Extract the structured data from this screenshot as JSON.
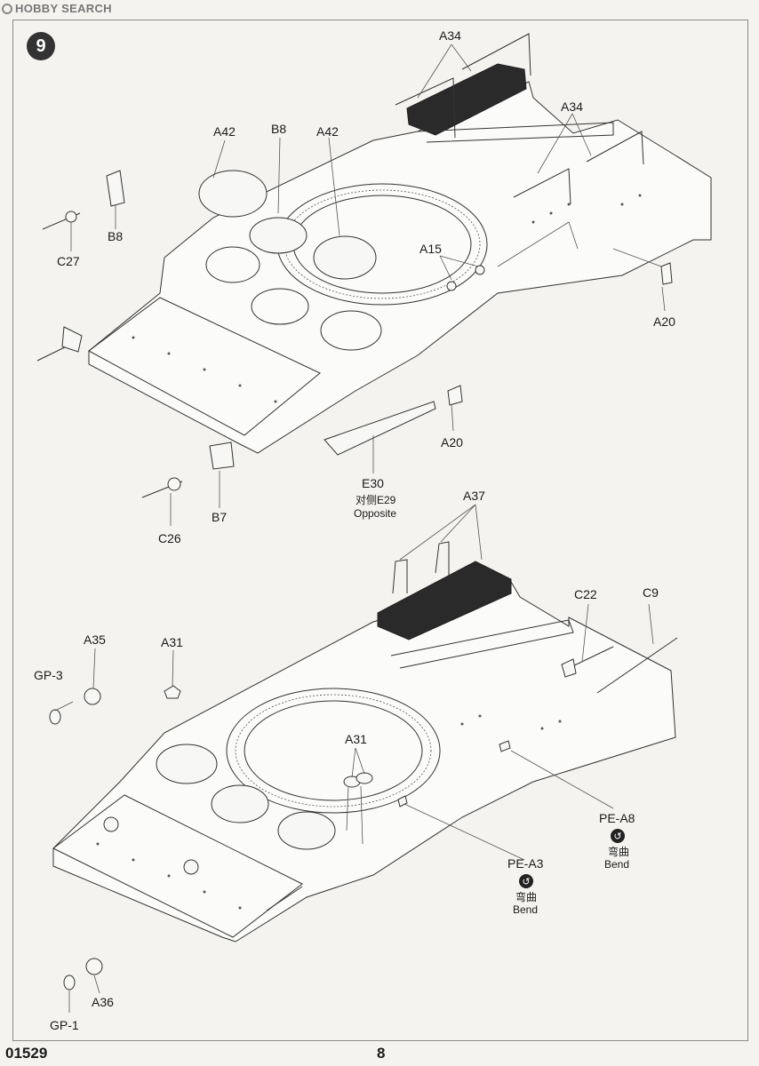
{
  "watermark": {
    "text": "HOBBY SEARCH"
  },
  "step": {
    "number": "9"
  },
  "footer": {
    "kit_number": "01529",
    "page_number": "8"
  },
  "top_assembly": {
    "labels": {
      "a34_left": "A34",
      "a34_right": "A34",
      "a42_left": "A42",
      "b8_hatch": "B8",
      "a42_right": "A42",
      "b8_gun": "B8",
      "c27": "C27",
      "a15": "A15",
      "a20_right": "A20",
      "a20_bottom": "A20",
      "e30": "E30",
      "e30_note": "对侧E29",
      "e30_opposite": "Opposite",
      "b7": "B7",
      "c26": "C26"
    }
  },
  "bottom_assembly": {
    "labels": {
      "a37": "A37",
      "a35": "A35",
      "a31_top": "A31",
      "gp3": "GP-3",
      "c22": "C22",
      "c9": "C9",
      "a31_center": "A31",
      "pe_a8": "PE-A8",
      "pe_a8_bend_cn": "弯曲",
      "pe_a8_bend": "Bend",
      "pe_a3": "PE-A3",
      "pe_a3_bend_cn": "弯曲",
      "pe_a3_bend": "Bend",
      "a36": "A36",
      "gp1": "GP-1"
    }
  }
}
